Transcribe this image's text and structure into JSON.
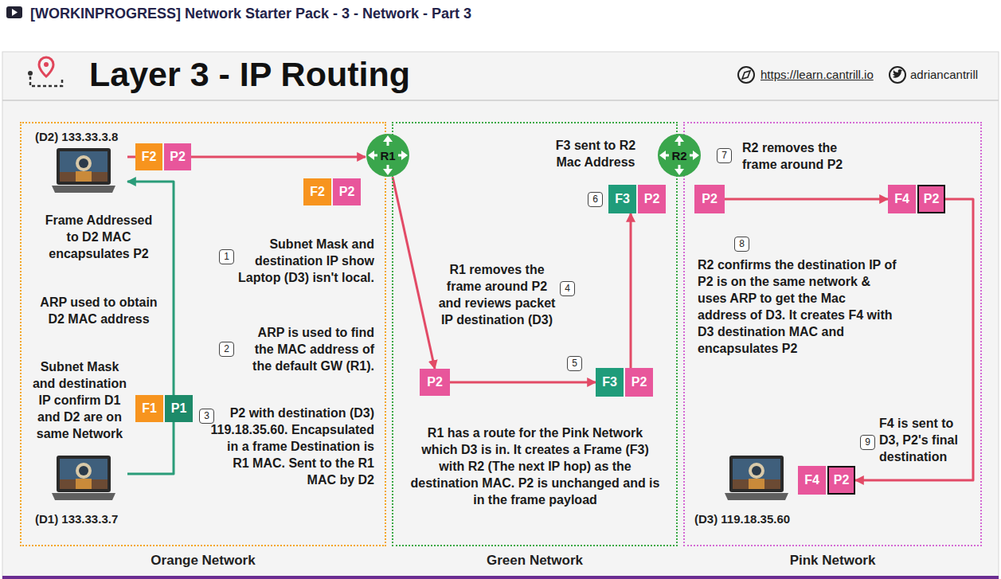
{
  "diagram": {
    "title": "Layer 3 - IP Routing",
    "nodes": [
      {
        "text": [
          "Orange Network"
        ]
      },
      {
        "text": [
          "Green Network"
        ]
      },
      {
        "text": [
          "Pink Network"
        ]
      },
      {
        "text": [
          "(D2) 133.33.3.8"
        ],
        "in": 0
      },
      {
        "text": [
          "F2",
          "P2"
        ],
        "in": 0
      },
      {
        "text": [
          "R1"
        ]
      },
      {
        "text": [
          "F2",
          "P2"
        ],
        "in": 0
      },
      {
        "text": [
          "R2"
        ]
      },
      {
        "text": [
          "F3",
          "P2"
        ],
        "in": 1
      },
      {
        "text": [
          "P2"
        ],
        "in": 2
      },
      {
        "text": [
          "F4",
          "P2"
        ],
        "in": 2
      },
      {
        "text": [
          "P2"
        ],
        "in": 1
      },
      {
        "text": [
          "F3",
          "P2"
        ],
        "in": 1
      },
      {
        "text": [
          "F1",
          "P1"
        ],
        "in": 0
      },
      {
        "text": [
          "(D1) 133.33.3.7"
        ],
        "in": 0
      },
      {
        "text": [
          "(D3) 119.18.35.60"
        ],
        "in": 2
      },
      {
        "text": [
          "F4",
          "P2"
        ],
        "in": 2
      }
    ],
    "edges": [
      {
        "from": 3,
        "to": 4,
        "arrow": "none"
      },
      {
        "from": 4,
        "to": 5,
        "arrow": "to"
      },
      {
        "from": 5,
        "to": 11,
        "arrow": "to"
      },
      {
        "from": 11,
        "to": 12,
        "arrow": "to"
      },
      {
        "from": 12,
        "to": 8,
        "arrow": "to"
      },
      {
        "from": 9,
        "to": 10,
        "arrow": "to"
      },
      {
        "from": 10,
        "to": 16,
        "arrow": "to"
      },
      {
        "from": 14,
        "to": 13,
        "arrow": "none"
      },
      {
        "from": 13,
        "to": 3,
        "arrow": "to"
      }
    ],
    "labels": [
      "[WORKINPROGRESS] Network Starter Pack - 3 - Network - Part 3",
      "https://learn.cantrill.io",
      "adriancantrill",
      "Frame Addressed to D2 MAC encapsulates P2",
      "ARP used to obtain D2 MAC address",
      "Subnet Mask and destination IP confirm D1 and D2 are on same Network",
      "1",
      "Subnet Mask and destination IP show Laptop (D3) isn't local.",
      "2",
      "ARP is used to find the MAC address of the default GW (R1).",
      "3",
      "P2 with destination (D3) 119.18.35.60. Encapsulated in a frame Destination is R1 MAC. Sent to the R1 MAC by D2",
      "R1 removes the frame around P2 and reviews packet IP destination (D3)",
      "4",
      "5",
      "R1 has a route for the Pink Network which D3 is in. It creates a Frame (F3) with R2 (The next IP hop) as the destination MAC. P2 is unchanged and is in the frame payload",
      "F3 sent to R2 Mac Address",
      "6",
      "7",
      "R2 removes the frame around P2",
      "8",
      "R2 confirms the destination IP of P2 is on the same network & uses ARP to get the Mac address of D3. It creates F4 with D3 destination MAC and encapsulates P2",
      "F4 is sent to D3, P2's final destination",
      "9"
    ]
  }
}
